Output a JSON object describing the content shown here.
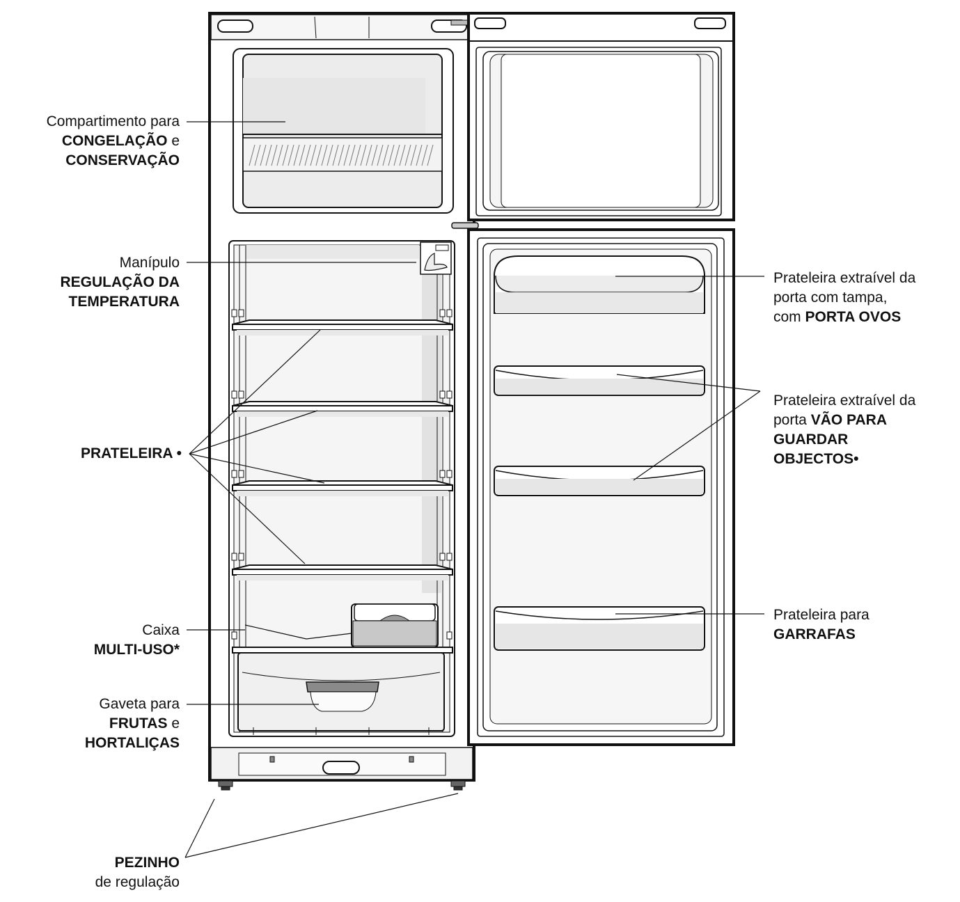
{
  "labels": {
    "congelacao": {
      "line1": "Compartimento para",
      "line2_bold": "CONGELAÇÃO",
      "line2_tail": " e",
      "line3_bold": "CONSERVAÇÃO"
    },
    "manipulo": {
      "line1": "Manípulo",
      "line2_bold": "REGULAÇÃO DA",
      "line3_bold": "TEMPERATURA"
    },
    "prateleira": {
      "text_bold": "PRATELEIRA •"
    },
    "caixa": {
      "line1": "Caixa",
      "line2_bold": "MULTI-USO*"
    },
    "gaveta": {
      "line1": "Gaveta para",
      "line2_bold": "FRUTAS",
      "line2_tail": " e",
      "line3_bold": "HORTALIÇAS"
    },
    "pezinho": {
      "line1_bold": "PEZINHO",
      "line2": "de regulação"
    },
    "porta_ovos": {
      "line1": "Prateleira extraível da",
      "line2": "porta com tampa,",
      "line3_head": "com ",
      "line3_bold": "PORTA OVOS"
    },
    "vao": {
      "line1": "Prateleira extraível da",
      "line2_head": "porta ",
      "line2_bold": "VÃO PARA",
      "line3_bold": "GUARDAR",
      "line4_bold": "OBJECTOS•"
    },
    "garrafas": {
      "line1": "Prateleira para",
      "line2_bold": "GARRAFAS"
    }
  },
  "colors": {
    "outline": "#111111",
    "interior": "#f2f2f2",
    "shade": "#e0e0e0",
    "dark_shade": "#a8a8a8"
  }
}
